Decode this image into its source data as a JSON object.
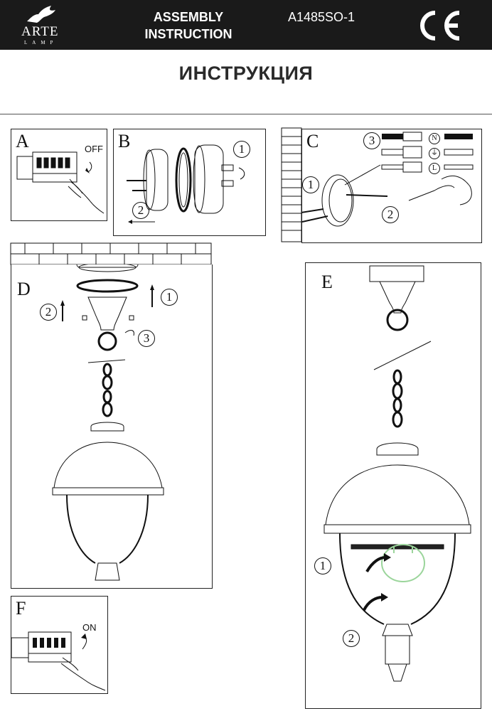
{
  "header": {
    "brand": "ARTE",
    "brand_sub": "LAMP",
    "title": "ASSEMBLY INSTRUCTION",
    "model": "A1485SO-1",
    "cert_mark": "CE"
  },
  "page_title": "ИНСТРУКЦИЯ",
  "steps": {
    "a": {
      "letter": "A",
      "switch_label": "OFF"
    },
    "b": {
      "letter": "B",
      "callouts": [
        "1",
        "2"
      ]
    },
    "c": {
      "letter": "C",
      "callouts": [
        "1",
        "2",
        "3"
      ],
      "terminals": [
        "N",
        "⏚",
        "L"
      ]
    },
    "d": {
      "letter": "D",
      "callouts": [
        "1",
        "2",
        "3"
      ]
    },
    "e": {
      "letter": "E",
      "callouts": [
        "1",
        "2"
      ]
    },
    "f": {
      "letter": "F",
      "switch_label": "ON"
    }
  }
}
